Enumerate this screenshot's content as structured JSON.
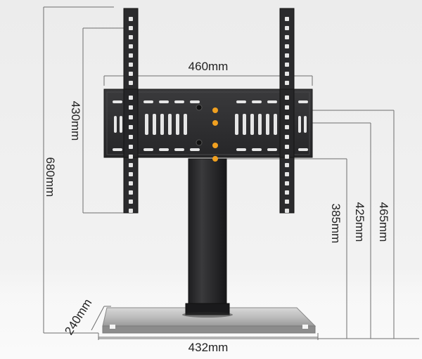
{
  "dimensions": {
    "mount_width": "460mm",
    "mount_height": "430mm",
    "total_height": "680mm",
    "base_depth": "240mm",
    "base_width": "432mm",
    "height_low": "385mm",
    "height_mid": "425mm",
    "height_high": "465mm"
  },
  "colors": {
    "metal": "#2b2b2d",
    "metal_edge": "#1a1a1a",
    "metal_highlight": "#4a4a4c",
    "hole": "#e6e6e6",
    "screw": "#f0a020",
    "dimension_line": "#6e6e6e",
    "glass": "#c9c9c9"
  }
}
